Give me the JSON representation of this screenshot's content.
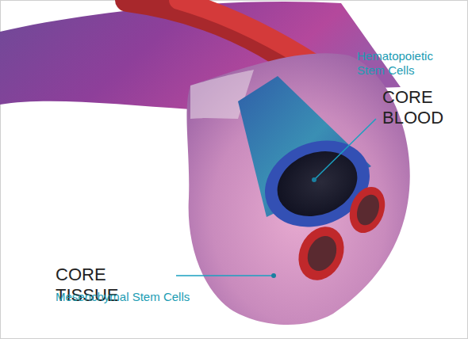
{
  "diagram": {
    "labels": [
      "Hematopoietic Stem Cells",
      "CORE BLOOD",
      "CORE TISSUE",
      "Mesenchymal Stem Cells"
    ]
  }
}
